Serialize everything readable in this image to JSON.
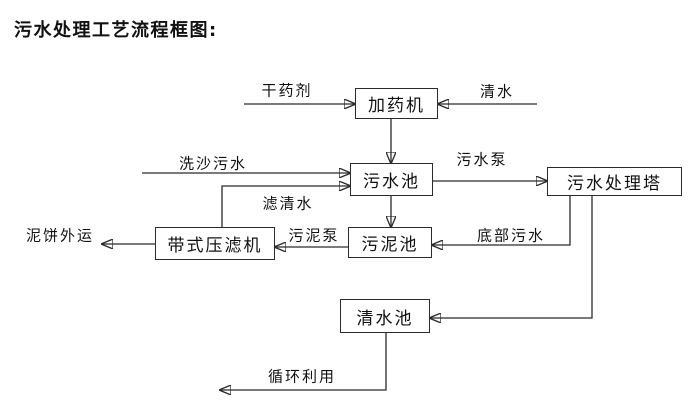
{
  "title": "污水处理工艺流程框图:",
  "colors": {
    "line": "#2b2b2b",
    "text": "#111111",
    "background": "#ffffff"
  },
  "nodes": {
    "dosing_machine": "加药机",
    "sewage_pool": "污水池",
    "sewage_treatment_tower": "污水处理塔",
    "sludge_pool": "污泥池",
    "belt_filter_press": "带式压滤机",
    "clean_water_pool": "清水池"
  },
  "flow_labels": {
    "dry_chemical": "干药剂",
    "clean_water": "清水",
    "sand_washing_sewage": "洗沙污水",
    "sewage_pump": "污水泵",
    "filtered_water": "滤清水",
    "sludge_pump": "污泥泵",
    "bottom_sewage": "底部污水",
    "mud_cake_outbound": "泥饼外运",
    "recycling": "循环利用"
  }
}
